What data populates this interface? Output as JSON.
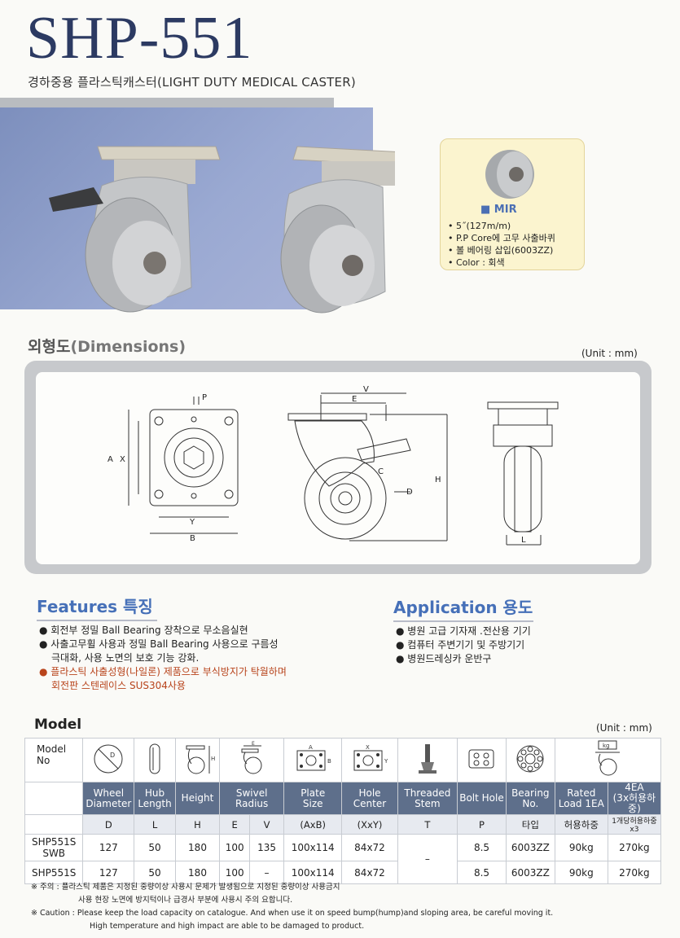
{
  "header": {
    "title": "SHP-551",
    "subtitle": "경하중용 플라스틱캐스터(LIGHT DUTY MEDICAL CASTER)"
  },
  "mir": {
    "name": "■ MIR",
    "specs": [
      "• 5˝(127m/m)",
      "• P.P Core에 고무 사출바퀴",
      "• 볼 베어링 삽입(6003ZZ)",
      "• Color : 회색"
    ]
  },
  "dimensions": {
    "title_ko": "외형도",
    "title_en": "(Dimensions)",
    "unit": "(Unit : mm)",
    "labels": {
      "p": "P",
      "a": "A",
      "x": "X",
      "y": "Y",
      "b": "B",
      "v": "V",
      "e": "E",
      "h": "H",
      "c": "C",
      "d": "D",
      "l": "L"
    }
  },
  "features": {
    "title": "Features 특징",
    "items": [
      "회전부 정밀 Ball Bearing 장착으로 무소음실현",
      "사출고무휠 사용과 정밀 Ball Bearing 사용으로 구름성",
      "극대화, 사용 노면의 보호 기능 강화.",
      "플라스틱 사출성형(나일론) 제품으로 부식방지가 탁월하며",
      "회전판 스텐레이스 SUS304사용"
    ]
  },
  "application": {
    "title": "Application 용도",
    "items": [
      "병원 고급 기자재 .전산용 기기",
      "컴퓨터 주변기기 및 주방기기",
      "병원드레싱카 운반구"
    ]
  },
  "model": {
    "title": "Model",
    "unit": "(Unit : mm)",
    "model_no_header": [
      "Model",
      "No"
    ],
    "columns": [
      {
        "name": [
          "Wheel",
          "Diameter"
        ],
        "sym": "D"
      },
      {
        "name": [
          "Hub",
          "Length"
        ],
        "sym": "L"
      },
      {
        "name": [
          "Height"
        ],
        "sym": "H"
      },
      {
        "name": [
          "Swivel",
          "Radius"
        ],
        "sym": [
          "E",
          "V"
        ]
      },
      {
        "name": [
          "Plate",
          "Size"
        ],
        "sym": "(AxB)"
      },
      {
        "name": [
          "Hole",
          "Center"
        ],
        "sym": "(XxY)"
      },
      {
        "name": [
          "Threaded",
          "Stem"
        ],
        "sym": "T"
      },
      {
        "name": [
          "Bolt Hole"
        ],
        "sym": "P"
      },
      {
        "name": [
          "Bearing",
          "No."
        ],
        "sym": "타입"
      },
      {
        "name": [
          "Rated",
          "Load 1EA"
        ],
        "sym": "허용하중"
      },
      {
        "name": [
          "4EA",
          "(3x허용하중)"
        ],
        "sym": "1개당허용하중x3"
      }
    ],
    "icon_labels": {
      "hub": "H",
      "swivel": "E",
      "plate_a": "A",
      "plate_b": "B",
      "hole_x": "X",
      "hole_y": "Y",
      "load": "kg",
      "wheel": "D"
    },
    "rows": [
      {
        "model": [
          "SHP551S",
          "SWB"
        ],
        "d": "127",
        "l": "50",
        "h": "180",
        "e": "100",
        "v": "135",
        "axb": "100x114",
        "xxy": "84x72",
        "p": "8.5",
        "bearing": "6003ZZ",
        "load": "90kg",
        "load4": "270kg"
      },
      {
        "model": [
          "SHP551S"
        ],
        "d": "127",
        "l": "50",
        "h": "180",
        "e": "100",
        "v": "–",
        "axb": "100x114",
        "xxy": "84x72",
        "p": "8.5",
        "bearing": "6003ZZ",
        "load": "90kg",
        "load4": "270kg"
      }
    ],
    "stem_value": "–"
  },
  "notes": [
    "※ 주의 : 플라스틱 제품은 지정된 중량이상 사용시 문제가 발생됨으로 지정된 중량이상 사용금지",
    "사용 현장 노면에 방지턱이나 급경사 부분에 사용시 주의 요합니다.",
    "※ Caution : Please keep the load capacity on catalogue. And when use it on speed bump(hump)and sloping area, be careful moving it.",
    "High temperature and high impact are able to be damaged to product."
  ]
}
